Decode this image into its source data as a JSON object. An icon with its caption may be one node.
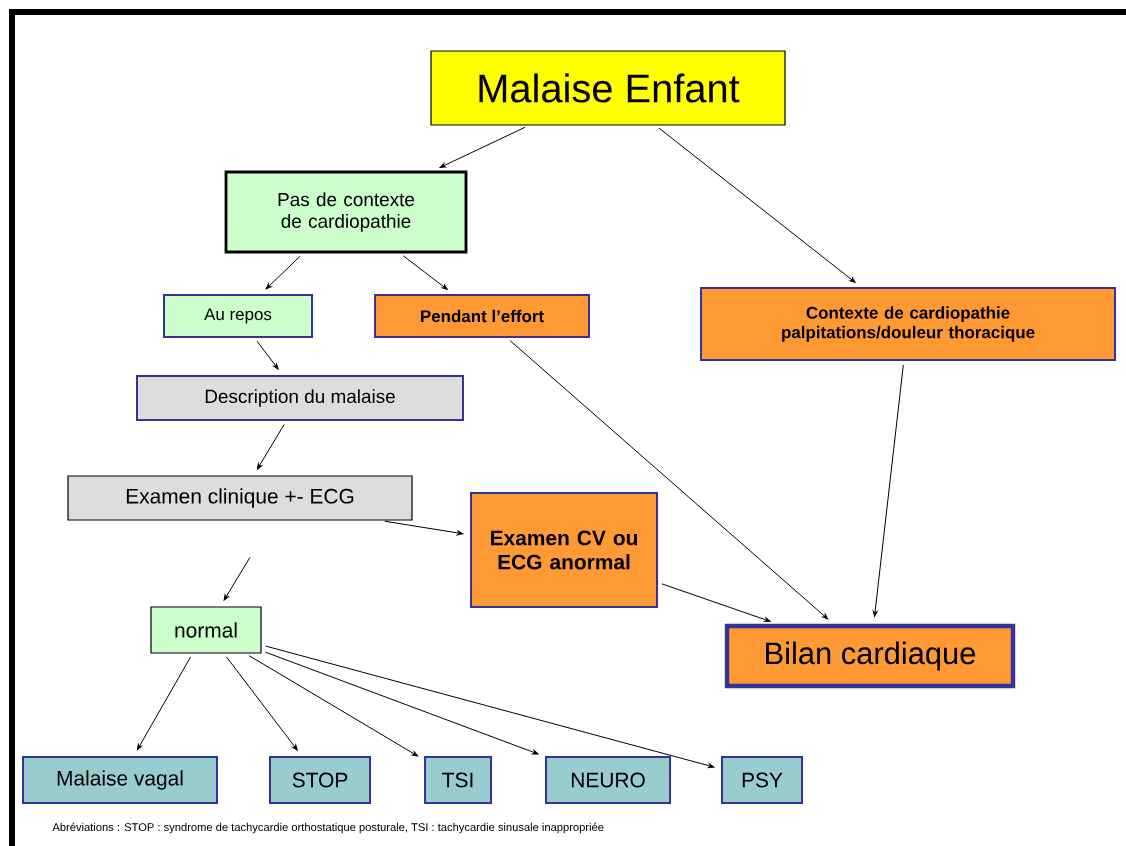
{
  "diagram": {
    "nodes": [
      {
        "text": [
          "Malaise Enfant"
        ]
      },
      {
        "text": [
          "Pas de contexte de cardiopathie"
        ]
      },
      {
        "text": [
          "Au repos"
        ]
      },
      {
        "text": [
          "Pendant l’effort"
        ]
      },
      {
        "text": [
          "Contexte de cardiopathie palpitations/douleur thoracique"
        ]
      },
      {
        "text": [
          "Description du malaise"
        ]
      },
      {
        "text": [
          "Examen clinique +- ECG"
        ]
      },
      {
        "text": [
          "Examen CV ou ECG anormal"
        ]
      },
      {
        "text": [
          "normal"
        ]
      },
      {
        "text": [
          "Bilan cardiaque"
        ]
      },
      {
        "text": [
          "Malaise vagal"
        ]
      },
      {
        "text": [
          "STOP"
        ]
      },
      {
        "text": [
          "TSI"
        ]
      },
      {
        "text": [
          "NEURO"
        ]
      },
      {
        "text": [
          "PSY"
        ]
      }
    ],
    "edges": [
      {
        "from": 0,
        "to": 1,
        "arrow": "to"
      },
      {
        "from": 0,
        "to": 4,
        "arrow": "to"
      },
      {
        "from": 1,
        "to": 2,
        "arrow": "to"
      },
      {
        "from": 1,
        "to": 3,
        "arrow": "to"
      },
      {
        "from": 2,
        "to": 5,
        "arrow": "to"
      },
      {
        "from": 5,
        "to": 6,
        "arrow": "to"
      },
      {
        "from": 6,
        "to": 7,
        "arrow": "to"
      },
      {
        "from": 6,
        "to": 8,
        "arrow": "to"
      },
      {
        "from": 7,
        "to": 9,
        "arrow": "to"
      },
      {
        "from": 3,
        "to": 9,
        "arrow": "to"
      },
      {
        "from": 4,
        "to": 9,
        "arrow": "to"
      },
      {
        "from": 8,
        "to": 10,
        "arrow": "to"
      },
      {
        "from": 8,
        "to": 11,
        "arrow": "to"
      },
      {
        "from": 8,
        "to": 12,
        "arrow": "to"
      },
      {
        "from": 8,
        "to": 13,
        "arrow": "to"
      },
      {
        "from": 8,
        "to": 14,
        "arrow": "to"
      }
    ],
    "labels": [
      "Abréviations  : STOP : syndrome de tachycardie orthostatique posturale,  TSI : tachycardie sinusale inappropriée"
    ]
  }
}
